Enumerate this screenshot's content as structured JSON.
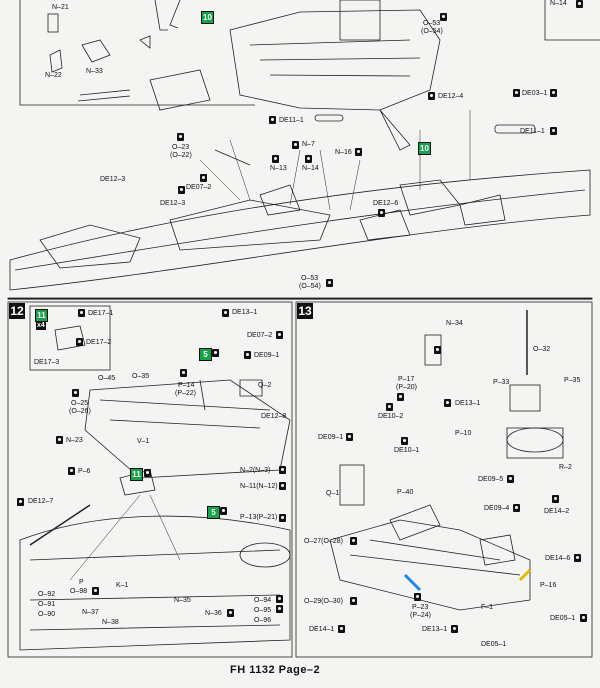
{
  "top_section": {
    "green_step_10a": "10",
    "green_step_10b": "10",
    "labels": {
      "n21": "N–21",
      "n22": "N–22",
      "n33": "N–33",
      "o53_top": "O–53",
      "o54_top": "(O–54)",
      "n14_top": "N–14",
      "de12_4": "DE12–4",
      "de03_1": "DE03–1",
      "de11_1_left": "DE11–1",
      "de11_1_right": "DE11–1",
      "n16": "N–16",
      "n7": "N–7",
      "o23": "O–23",
      "o22": "(O–22)",
      "n13": "N–13",
      "n14": "N–14",
      "de12_3a": "DE12–3",
      "de07_2a": "DE07–2",
      "de12_3b": "DE12–3",
      "de12_6": "DE12–6",
      "o53_bottom": "O–53",
      "o54_bottom": "(O–54)"
    }
  },
  "step12": {
    "number": "12",
    "inset": {
      "green": "11",
      "qty": "x4",
      "de17_1": "DE17–1",
      "de17_2": "DE17–2",
      "de17_3": "DE17–3"
    },
    "labels": {
      "de13_1": "DE13–1",
      "de07_2": "DE07–2",
      "green5a": "5",
      "de09_1": "DE09–1",
      "o45": "O–45",
      "o35": "O–35",
      "p14": "P–14",
      "p22": "(P–22)",
      "q2": "Q–2",
      "o25": "O–25",
      "o26": "(O–26)",
      "de12_8": "DE12–8",
      "n23": "N–23",
      "v1": "V–1",
      "p6": "P–6",
      "green11": "11",
      "n2": "N–2(N–3)",
      "n11": "N–11(N–12)",
      "de12_7": "DE12–7",
      "green5b": "5",
      "p13": "P–13(P–21)",
      "p": "P",
      "o98": "O–98",
      "k1": "K–1",
      "o92": "O–92",
      "o91": "O–91",
      "o90": "O–90",
      "n37": "N–37",
      "n38": "N–38",
      "n35": "N–35",
      "n36": "N–36",
      "o94": "O–94",
      "o95": "O–95",
      "o96": "O–96"
    }
  },
  "step13": {
    "number": "13",
    "labels": {
      "n34": "N–34",
      "o32": "O–32",
      "p17": "P–17",
      "p20": "(P–20)",
      "p33": "P–33",
      "p35": "P–35",
      "de10_2": "DE10–2",
      "de13_1": "DE13–1",
      "p10": "P–10",
      "de09_1": "DE09–1",
      "de10_1": "DE10–1",
      "r2": "R–2",
      "q1": "Q–1",
      "p40": "P–40",
      "de09_5": "DE09–5",
      "de09_4": "DE09–4",
      "de14_2": "DE14–2",
      "o27": "O–27(O–28)",
      "de14_6": "DE14–6",
      "o29": "O–29(O–30)",
      "p23": "P–23",
      "p24": "(P–24)",
      "p16": "P–16",
      "f1": "F–1",
      "de05_1a": "DE05–1",
      "de14_1": "DE14–1",
      "de13_1b": "DE13–1",
      "de05_1b": "DE05–1"
    }
  },
  "footer": "FH 1132  Page–2"
}
